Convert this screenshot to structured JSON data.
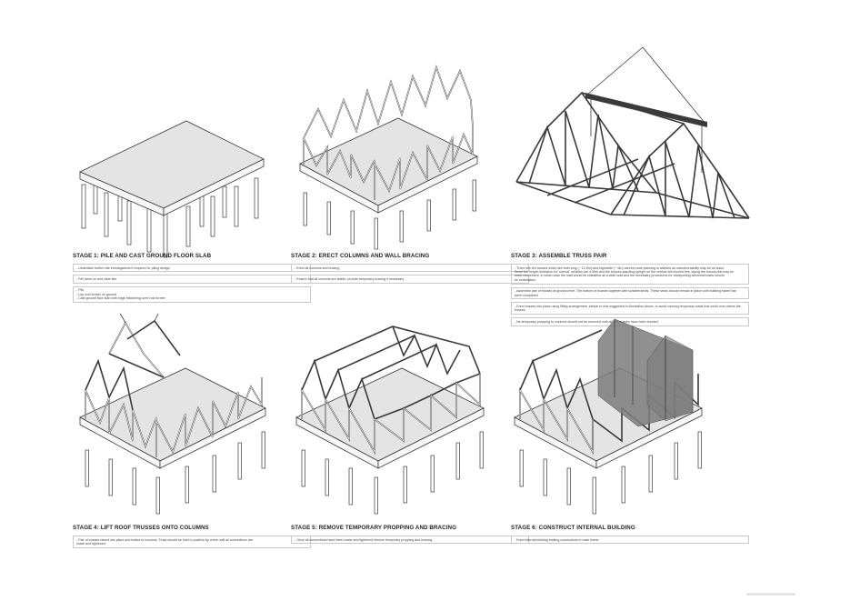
{
  "stages": [
    {
      "title": "STAGE 1: PILE AND CAST GROUND FLOOR SLAB",
      "notes": [
        "- Undertake further site investigations if required for piling design",
        "- Fell trees on and clear site",
        "- Pile\n- Lay void former on ground\n- Cast ground floor slab with edge thickening over void former"
      ]
    },
    {
      "title": "STAGE 2: ERECT COLUMNS AND WALL BRACING",
      "notes": [
        "- Erect all columns and bracing",
        "- Ensure that all columns are stable, provide temporary bracing if necessary"
      ]
    },
    {
      "title": "STAGE 3: ASSEMBLE TRUSS PAIR",
      "notes": [
        "- There are ten trusses which are both long (~ 12.5m) and high/wide (~ 6m) careful route planning is advised as manoeuvrability may be an issue.\n  Since the height restriction for 'normal' vehicles are 4.95m and the trusses standing upright on the vehicle will exceed this, laying the trusses flat may be\n  more convenient, in which case the load would be classified as a wide load and the necessary procedures for transporting abnormal loads should\n  be undertaken",
        "- Assemble pair of trusses at ground level. The bottom of trusses together with suitable struts. These struts should remain in place until building frame has\n  been completed",
        "- Erect trusses into place using lifting arrangement, similar to that suggested in illustration above, to avoid causing temporary loads that could over-stress the\n  trusses",
        "- No temporary propping to columns should not be removed until all roof trusses have been erected"
      ]
    },
    {
      "title": "STAGE 4: LIFT ROOF TRUSSES ONTO COLUMNS",
      "notes": [
        "- Pair of trusses raised into place and bolted to columns. Truss should be held in position by crane until all connections are\n  made and tightened"
      ]
    },
    {
      "title": "STAGE 5: REMOVE TEMPORARY PROPPING AND BRACING",
      "notes": [
        "- Once all connections have been made and tightened remove temporary propping and bracing"
      ]
    },
    {
      "title": "STAGE 6: CONSTRUCT INTERNAL BUILDING",
      "notes": [
        "- Erect internal building making connections to main frame"
      ]
    }
  ]
}
